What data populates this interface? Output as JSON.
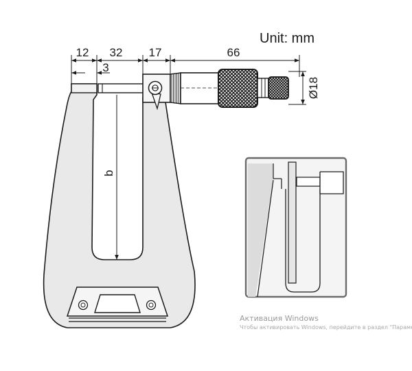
{
  "drawing": {
    "unit_label": "Unit: mm",
    "dimensions": {
      "anvil_width": "12",
      "reach": "32",
      "gap": "3",
      "sleeve_offset": "17",
      "spindle_length": "66",
      "diameter": "Ø18",
      "depth": "b"
    }
  },
  "watermark": {
    "title": "Активация Windows",
    "subtitle": "Чтобы активировать Windows, перейдите в раздел \"Параметры\"."
  },
  "colors": {
    "frame_fill": "#e9e9e9",
    "line": "#1a1a1a",
    "inset_border": "#6b6b6b",
    "inset_bg": "#f4f4f4"
  }
}
